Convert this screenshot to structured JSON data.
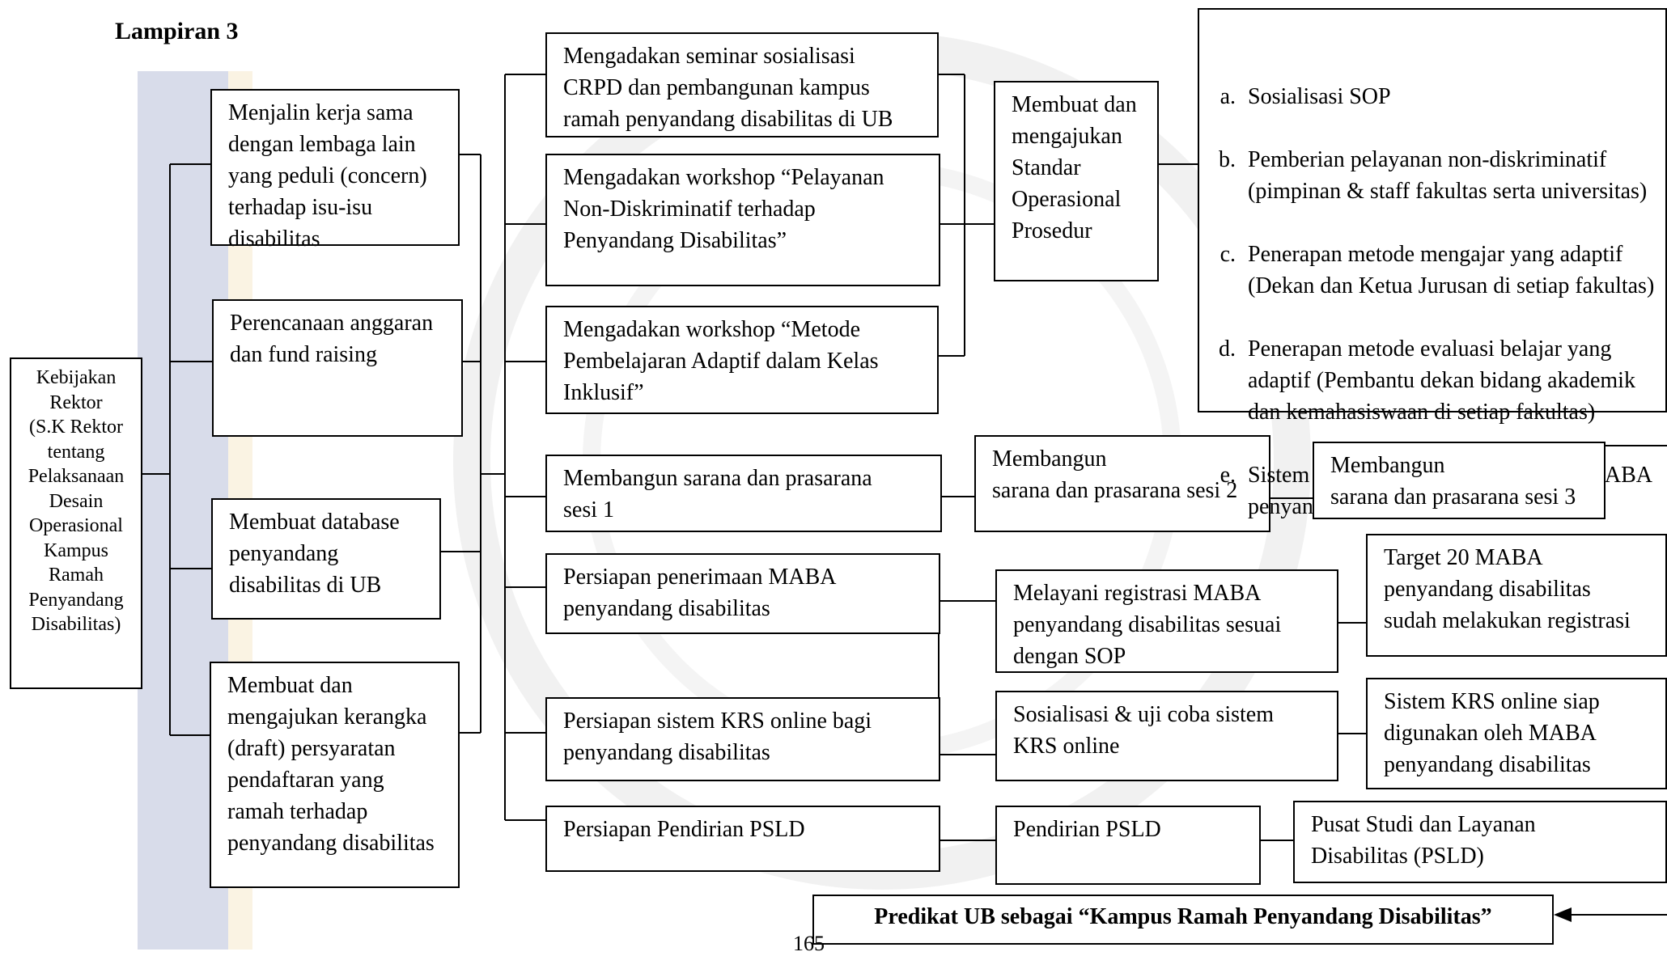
{
  "title": "Lampiran 3",
  "page_number": "165",
  "root": "Kebijakan\nRektor\n(S.K Rektor\ntentang\nPelaksanaan\nDesain\nOperasional\nKampus\nRamah\nPenyandang\nDisabilitas)",
  "col1": {
    "kerjasama": "Menjalin kerja sama\ndengan lembaga lain\nyang peduli (concern)\nterhadap  isu-isu\ndisabilitas",
    "anggaran": "Perencanaan anggaran\ndan fund raising",
    "database": "Membuat database\npenyandang\ndisabilitas di UB",
    "draft": "Membuat dan\nmengajukan kerangka\n(draft) persyaratan\npendaftaran yang\nramah terhadap\npenyandang disabilitas"
  },
  "col2": {
    "seminar": "Mengadakan seminar sosialisasi\nCRPD dan pembangunan kampus\nramah penyandang disabilitas di UB",
    "workshop1": "Mengadakan workshop “Pelayanan\nNon-Diskriminatif terhadap\nPenyandang Disabilitas”",
    "workshop2": "Mengadakan workshop “Metode\nPembelajaran Adaptif dalam Kelas\nInklusif”",
    "sarana1": "Membangun sarana dan prasarana\nsesi 1",
    "maba": "Persiapan penerimaan MABA\npenyandang disabilitas",
    "krs": "Persiapan sistem KRS online bagi\npenyandang disabilitas",
    "psld": "Persiapan Pendirian PSLD"
  },
  "col3": {
    "sop": "Membuat dan\nmengajukan\nStandar\nOperasional\nProsedur",
    "sarana2": "Membangun\nsarana dan prasarana sesi 2",
    "registrasi": "Melayani registrasi MABA\npenyandang disabilitas sesuai\ndengan SOP",
    "ujicoba": "Sosialisasi & uji coba sistem\nKRS online",
    "pendirian": "Pendirian PSLD"
  },
  "col4": {
    "sop_items": [
      "Sosialisasi SOP",
      "Pemberian pelayanan non-diskriminatif (pimpinan & staff fakultas serta universitas)",
      "Penerapan metode mengajar yang adaptif (Dekan dan Ketua Jurusan di setiap fakultas)",
      "Penerapan metode evaluasi belajar yang adaptif (Pembantu dekan bidang akademik dan kemahasiswaan di setiap fakultas)",
      "Sistem dan pelayanan registrasi bagi MABA penyandang disabilitas"
    ],
    "sarana3": "Membangun\nsarana dan prasarana sesi 3",
    "target": "Target 20 MABA\npenyandang disabilitas\nsudah melakukan registrasi",
    "krs_siap": "Sistem KRS online siap\ndigunakan oleh MABA\npenyandang disabilitas",
    "pusat": "Pusat Studi dan Layanan\nDisabilitas (PSLD)"
  },
  "outcome": "Predikat UB sebagai “Kampus Ramah Penyandang Disabilitas”"
}
